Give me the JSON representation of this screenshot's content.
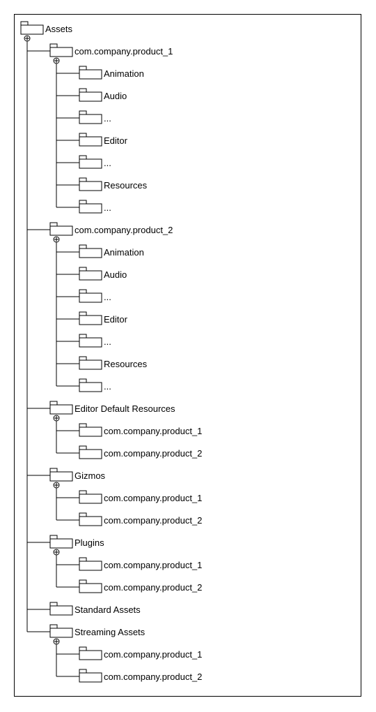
{
  "tree": {
    "label": "Assets",
    "children": [
      {
        "label": "com.company.product_1",
        "children": [
          {
            "label": "Animation"
          },
          {
            "label": "Audio"
          },
          {
            "label": "..."
          },
          {
            "label": "Editor"
          },
          {
            "label": "..."
          },
          {
            "label": "Resources"
          },
          {
            "label": "..."
          }
        ]
      },
      {
        "label": "com.company.product_2",
        "children": [
          {
            "label": "Animation"
          },
          {
            "label": "Audio"
          },
          {
            "label": "..."
          },
          {
            "label": "Editor"
          },
          {
            "label": "..."
          },
          {
            "label": "Resources"
          },
          {
            "label": "..."
          }
        ]
      },
      {
        "label": "Editor Default Resources",
        "children": [
          {
            "label": "com.company.product_1"
          },
          {
            "label": "com.company.product_2"
          }
        ]
      },
      {
        "label": "Gizmos",
        "children": [
          {
            "label": "com.company.product_1"
          },
          {
            "label": "com.company.product_2"
          }
        ]
      },
      {
        "label": "Plugins",
        "children": [
          {
            "label": "com.company.product_1"
          },
          {
            "label": "com.company.product_2"
          }
        ]
      },
      {
        "label": "Standard Assets"
      },
      {
        "label": "Streaming Assets",
        "children": [
          {
            "label": "com.company.product_1"
          },
          {
            "label": "com.company.product_2"
          }
        ]
      }
    ]
  },
  "colors": {
    "line": "#000000",
    "folder_fill": "#ffffff",
    "background": "#ffffff"
  }
}
